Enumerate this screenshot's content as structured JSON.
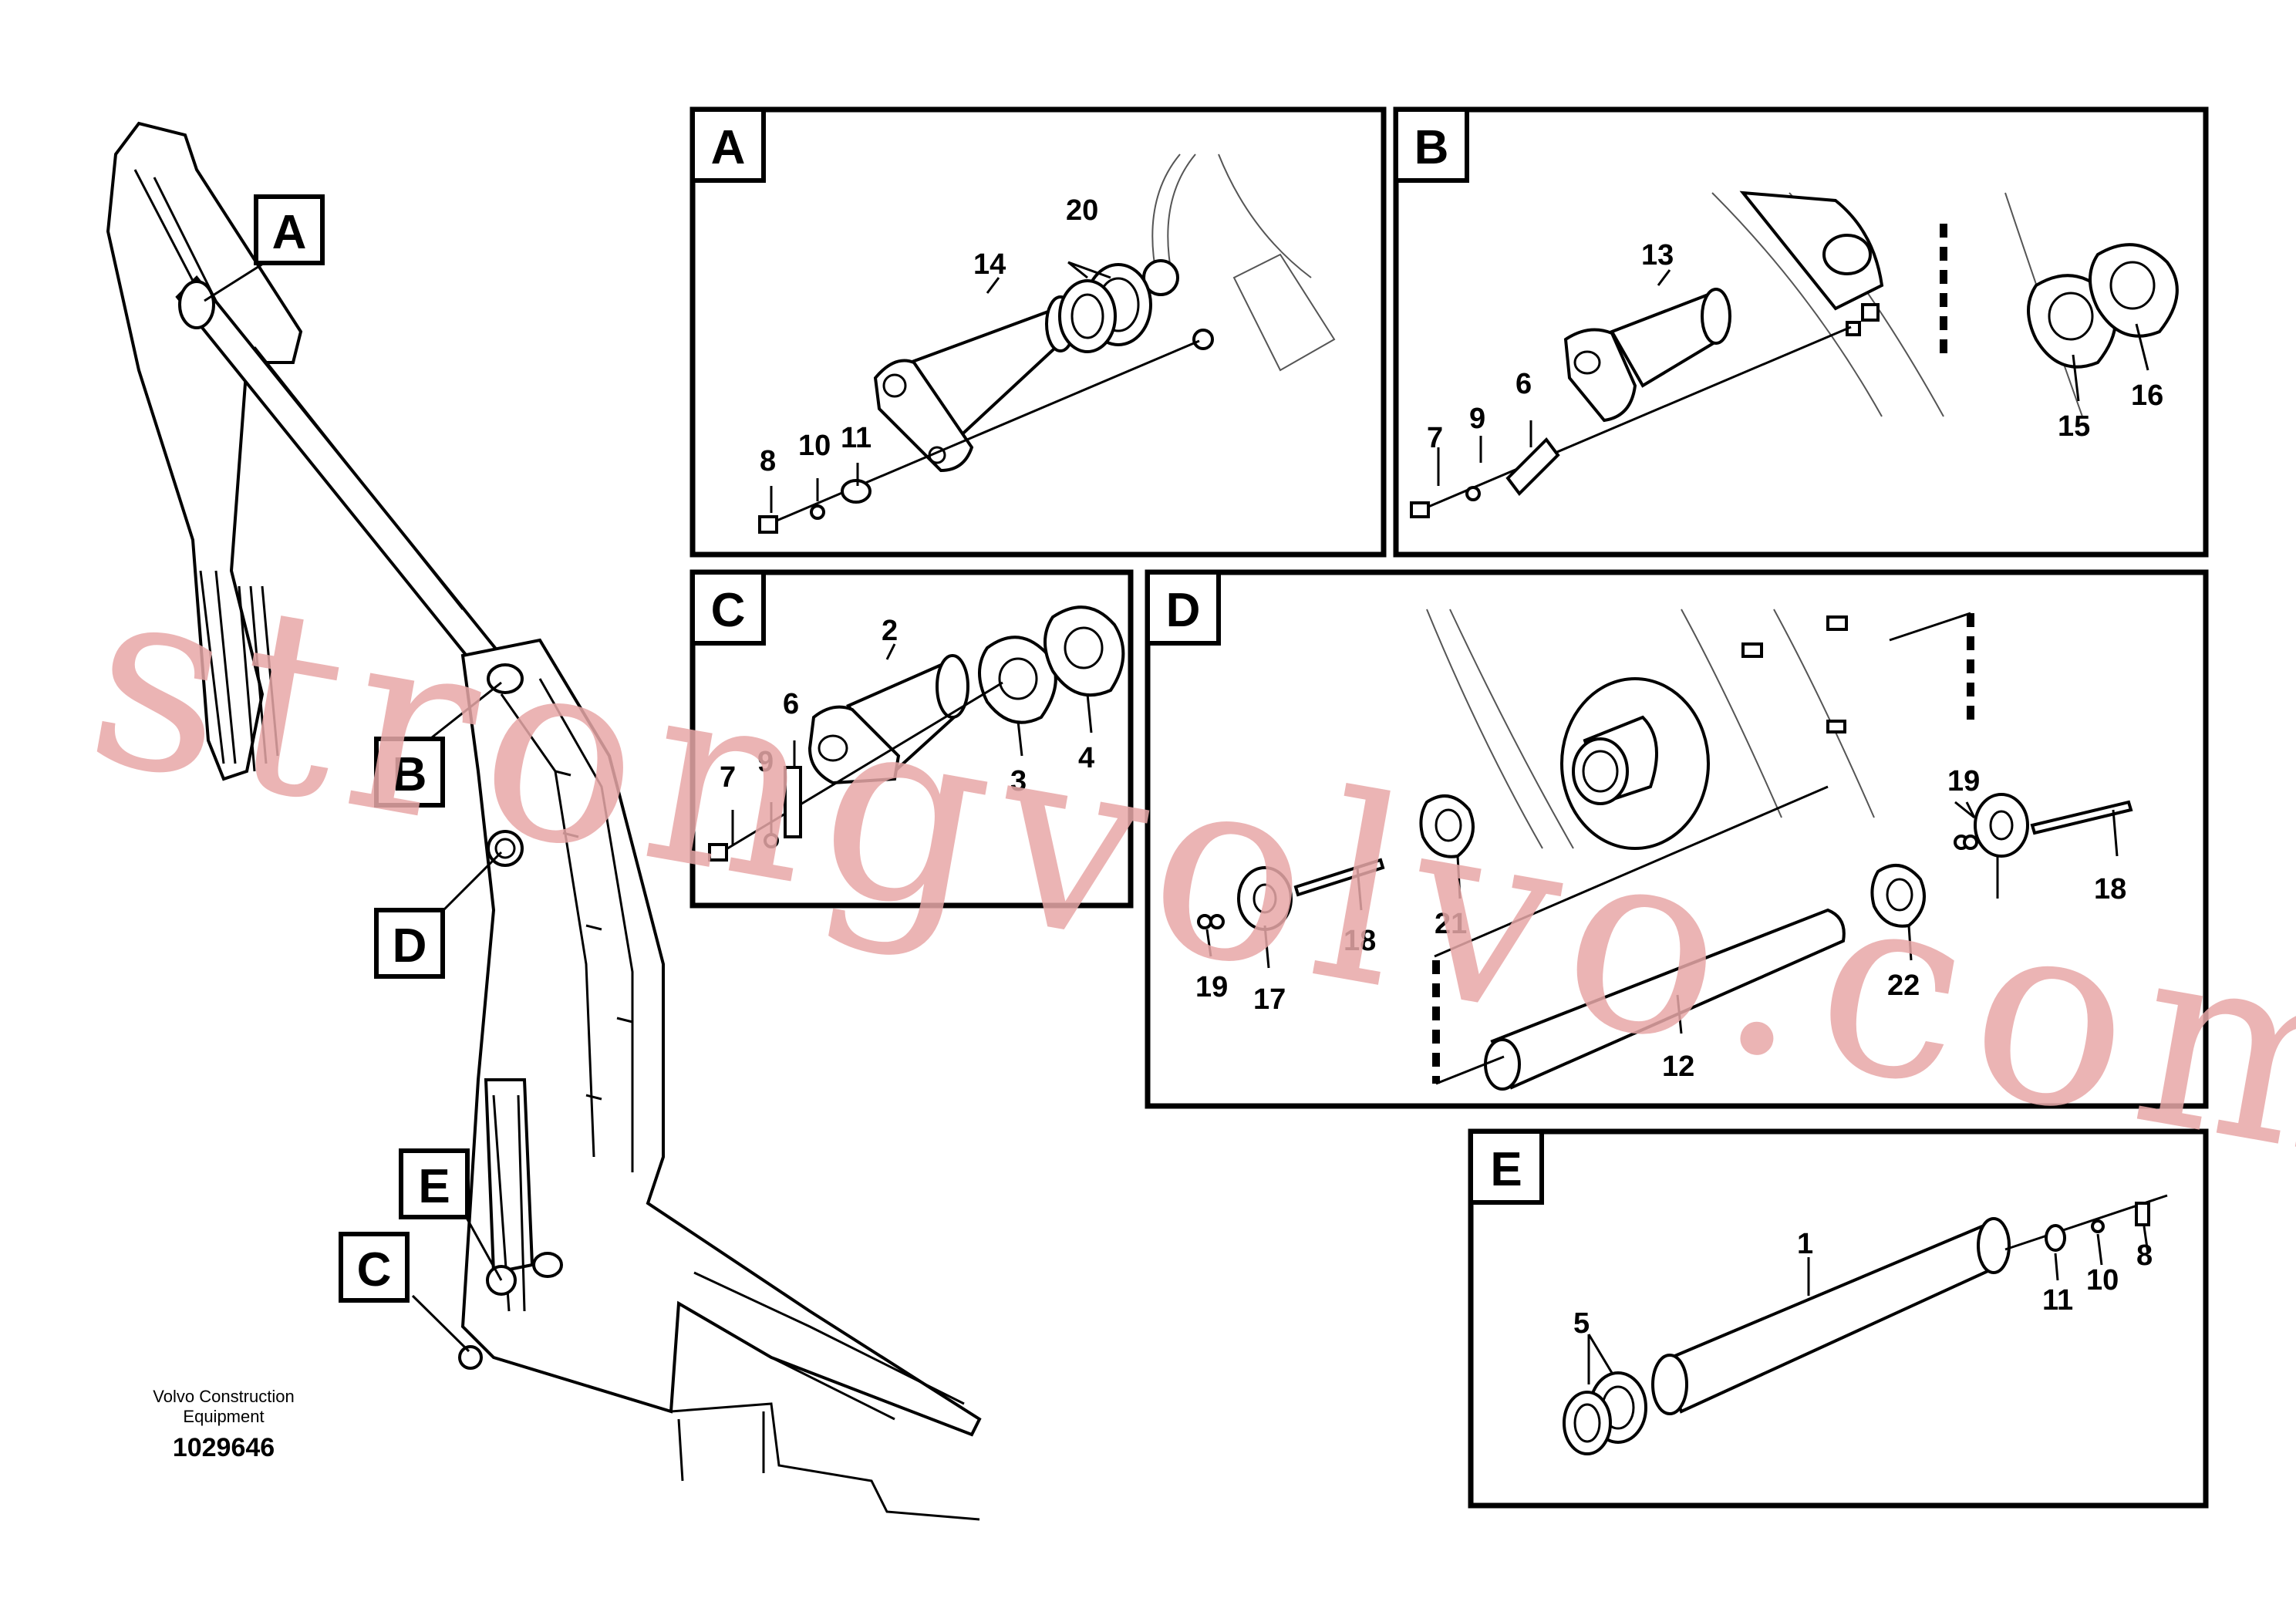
{
  "panels": {
    "A": {
      "label": "A",
      "numbers": [
        {
          "n": "20"
        },
        {
          "n": "14"
        },
        {
          "n": "11"
        },
        {
          "n": "10"
        },
        {
          "n": "8"
        }
      ]
    },
    "B": {
      "label": "B",
      "numbers": [
        {
          "n": "13"
        },
        {
          "n": "6"
        },
        {
          "n": "9"
        },
        {
          "n": "7"
        },
        {
          "n": "15"
        },
        {
          "n": "16"
        }
      ]
    },
    "C": {
      "label": "C",
      "numbers": [
        {
          "n": "2"
        },
        {
          "n": "6"
        },
        {
          "n": "7"
        },
        {
          "n": "9"
        },
        {
          "n": "3"
        },
        {
          "n": "4"
        }
      ]
    },
    "D": {
      "label": "D",
      "numbers": [
        {
          "n": "21"
        },
        {
          "n": "18"
        },
        {
          "n": "19"
        },
        {
          "n": "17"
        },
        {
          "n": "12"
        },
        {
          "n": "22"
        },
        {
          "n": "19"
        },
        {
          "n": "18"
        }
      ]
    },
    "E": {
      "label": "E",
      "numbers": [
        {
          "n": "1"
        },
        {
          "n": "5"
        },
        {
          "n": "11"
        },
        {
          "n": "10"
        },
        {
          "n": "8"
        }
      ]
    }
  },
  "overview_tags": [
    "A",
    "B",
    "D",
    "E",
    "C"
  ],
  "footer": {
    "company_line1": "Volvo Construction",
    "company_line2": "Equipment",
    "drawing_number": "1029646"
  },
  "watermark": "strongvolvo.com"
}
